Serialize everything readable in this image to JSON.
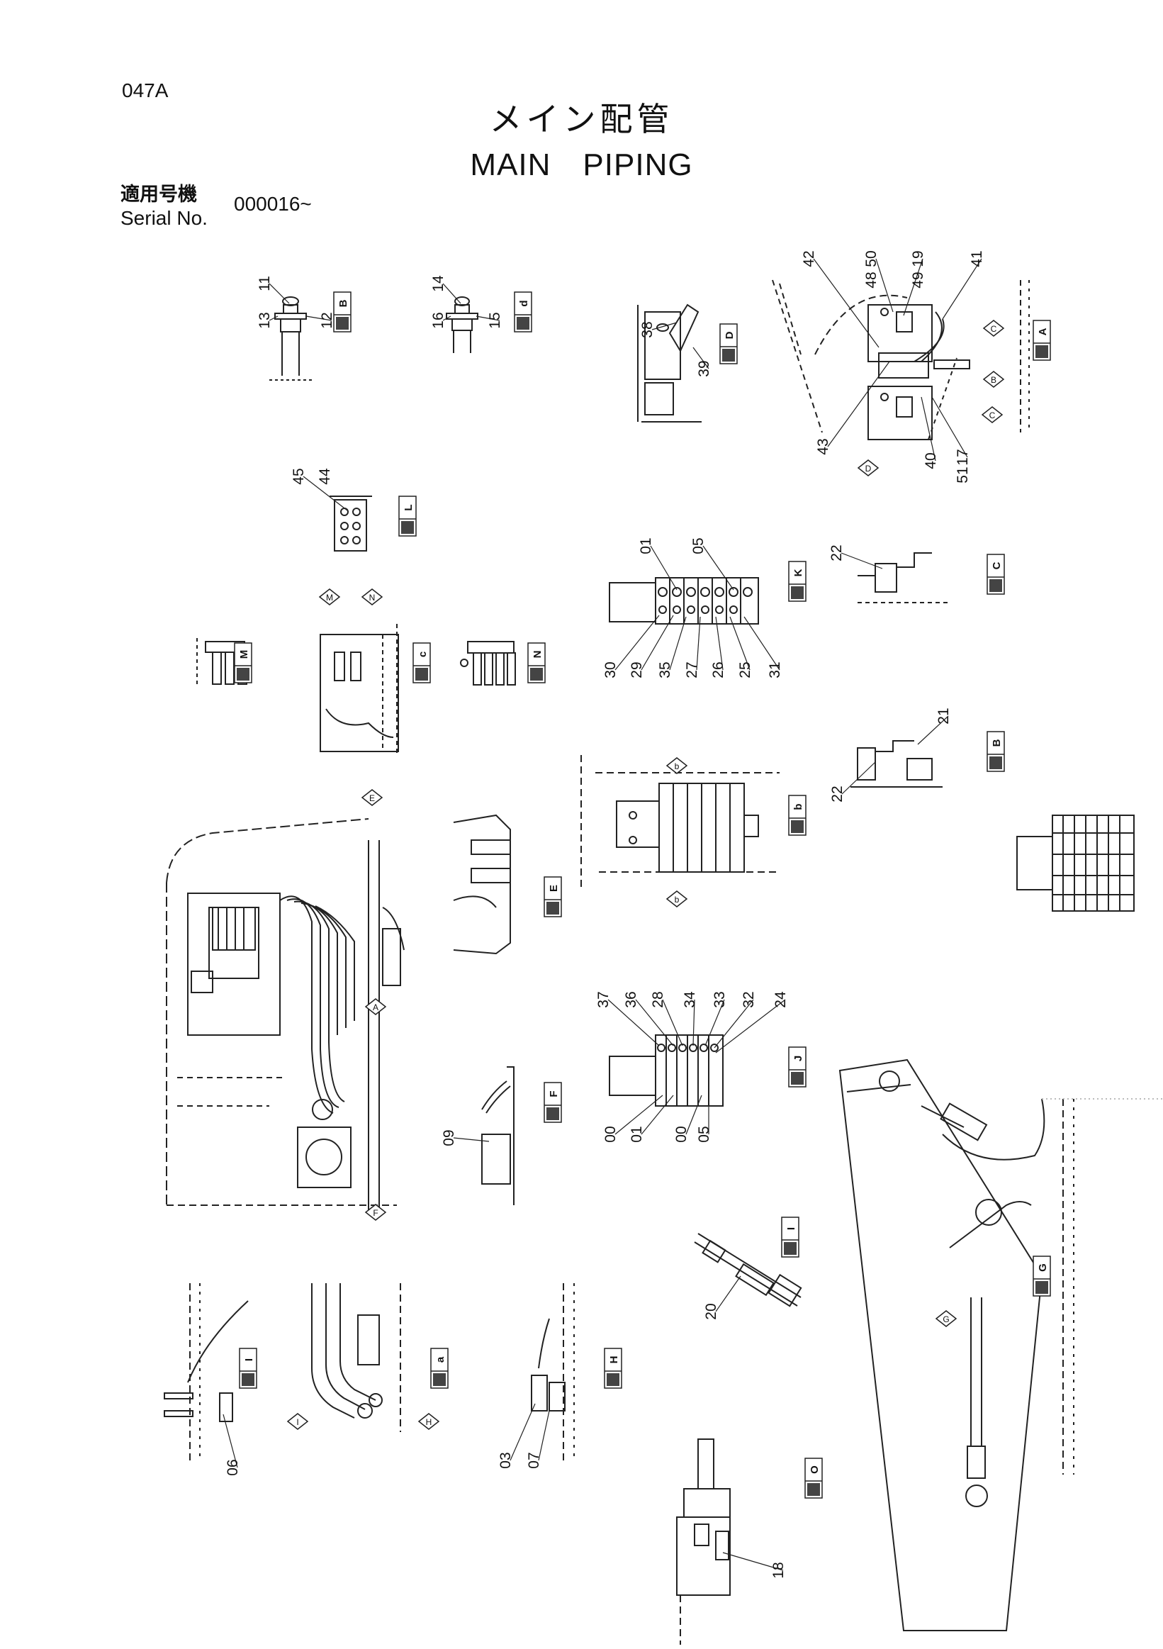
{
  "header": {
    "page_code": "047A",
    "title_jp": "メイン配管",
    "title_en": "MAIN　PIPING",
    "serial_label_jp": "適用号機",
    "serial_label_en": "Serial No.",
    "serial_value": "000016~"
  },
  "view_boxes": [
    "B",
    "d",
    "D",
    "A",
    "L",
    "K",
    "C",
    "M",
    "c",
    "N",
    "b",
    "B",
    "E",
    "J",
    "F",
    "I",
    "G",
    "I",
    "a",
    "H",
    "O"
  ],
  "view_arrows": [
    "C",
    "B",
    "C",
    "D",
    "M",
    "N",
    "E",
    "A",
    "F",
    "b",
    "b",
    "I",
    "H",
    "G"
  ],
  "part_labels": {
    "view_b": [
      "11",
      "12",
      "13"
    ],
    "view_d_small": [
      "14",
      "15",
      "16"
    ],
    "view_D": [
      "38",
      "39"
    ],
    "view_A": [
      "42",
      "50",
      "48",
      "19",
      "49",
      "41",
      "43",
      "40",
      "17",
      "51"
    ],
    "view_L": [
      "45",
      "44"
    ],
    "view_K": [
      "01",
      "05",
      "30",
      "29",
      "35",
      "27",
      "26",
      "25",
      "31"
    ],
    "view_C": [
      "22"
    ],
    "view_B": [
      "22",
      "21"
    ],
    "view_J": [
      "37",
      "36",
      "28",
      "34",
      "33",
      "32",
      "24",
      "00",
      "01",
      "00",
      "05"
    ],
    "view_F": [
      "09"
    ],
    "detail_I": [
      "20"
    ],
    "view_I": [
      "06"
    ],
    "view_H": [
      "03",
      "07"
    ],
    "view_O": [
      "18"
    ]
  }
}
